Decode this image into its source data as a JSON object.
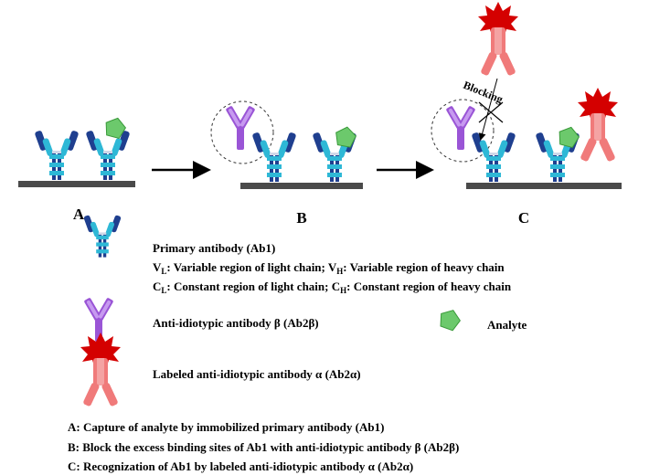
{
  "panels": {
    "a_label": "A",
    "b_label": "B",
    "c_label": "C",
    "blocking_label": "Blocking"
  },
  "legend": {
    "primary_title": "Primary antibody (Ab1)",
    "primary_line2": {
      "vl": "V",
      "vl_sub": "L",
      "vl_text": ": Variable region of light chain; V",
      "vh_sub": "H",
      "vh_text": ": Variable region of heavy chain"
    },
    "primary_line3": {
      "cl": "C",
      "cl_sub": "L",
      "cl_text": ": Constant region of light chain; C",
      "ch_sub": "H",
      "ch_text": ": Constant region of heavy chain"
    },
    "anti_beta": "Anti-idiotypic antibody β (Ab2β)",
    "analyte": "Analyte",
    "labeled_alpha": "Labeled anti-idiotypic antibody α (Ab2α)"
  },
  "steps": [
    "A: Capture of analyte by immobilized primary antibody (Ab1)",
    "B: Block the excess binding sites of Ab1 with anti-idiotypic antibody β (Ab2β)",
    "C: Recognization of Ab1 by labeled anti-idiotypic antibody α (Ab2α)"
  ],
  "colors": {
    "surface": "#4a4a4a",
    "ab1_dark": "#1f3f8f",
    "ab1_light": "#2eb8d6",
    "ab2beta": "#9a55d6",
    "ab2alpha": "#f07a7a",
    "label_star": "#d40000",
    "analyte": "#6cc96c"
  },
  "icons": [
    "primary-antibody-icon",
    "anti-idiotypic-beta-icon",
    "labeled-anti-idiotypic-alpha-icon",
    "analyte-icon",
    "arrow-right-icon",
    "blocking-cross-icon"
  ]
}
